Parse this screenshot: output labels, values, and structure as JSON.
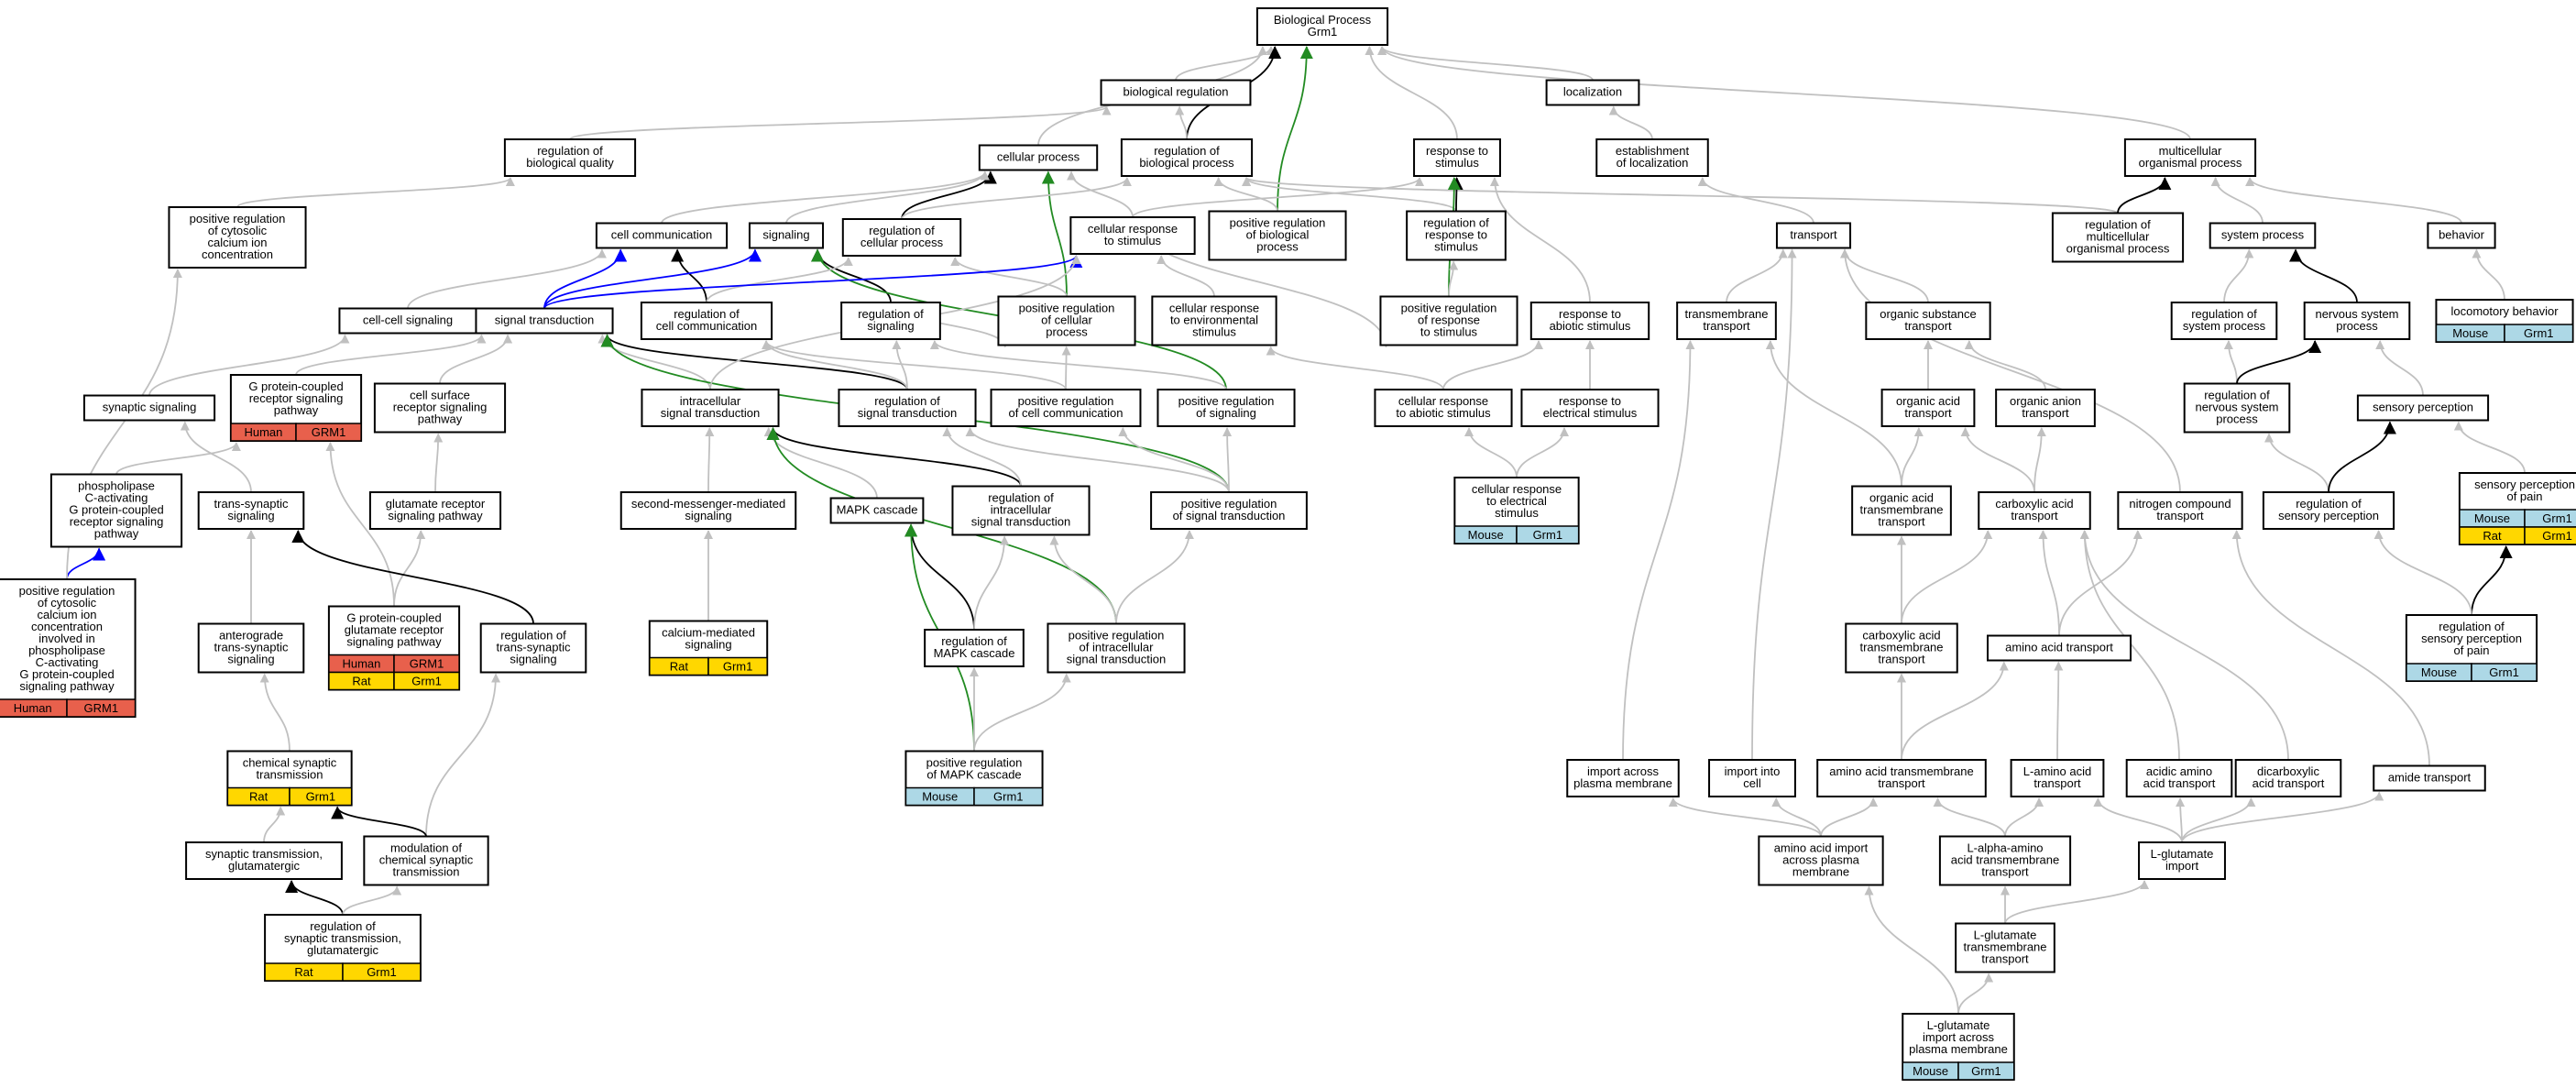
{
  "colors": {
    "edge_default": "#c0c0c0",
    "edge_black": "#000000",
    "edge_green": "#228b22",
    "edge_blue": "#0000ff",
    "species": {
      "Human": "#e8604c",
      "Rat": "#ffd700",
      "Mouse": "#add8e6"
    }
  },
  "nodes": {
    "bp": {
      "lines": [
        "Biological Process",
        "Grm1"
      ]
    },
    "bioreg": {
      "lines": [
        "biological regulation"
      ]
    },
    "loc": {
      "lines": [
        "localization"
      ]
    },
    "regbq": {
      "lines": [
        "regulation of",
        "biological quality"
      ]
    },
    "cellp": {
      "lines": [
        "cellular process"
      ]
    },
    "regbp": {
      "lines": [
        "regulation of",
        "biological process"
      ]
    },
    "resp": {
      "lines": [
        "response to",
        "stimulus"
      ]
    },
    "estloc": {
      "lines": [
        "establishment",
        "of localization"
      ]
    },
    "mop": {
      "lines": [
        "multicellular",
        "organismal process"
      ]
    },
    "prcyt": {
      "lines": [
        "positive regulation",
        "of cytosolic",
        "calcium ion",
        "concentration"
      ]
    },
    "cellcom": {
      "lines": [
        "cell communication"
      ]
    },
    "sig": {
      "lines": [
        "signaling"
      ]
    },
    "regcp": {
      "lines": [
        "regulation of",
        "cellular process"
      ]
    },
    "crs": {
      "lines": [
        "cellular response",
        "to stimulus"
      ]
    },
    "prbp": {
      "lines": [
        "positive regulation",
        "of biological",
        "process"
      ]
    },
    "regrs": {
      "lines": [
        "regulation of",
        "response to",
        "stimulus"
      ]
    },
    "transport": {
      "lines": [
        "transport"
      ]
    },
    "regmop": {
      "lines": [
        "regulation of",
        "multicellular",
        "organismal process"
      ]
    },
    "sysp": {
      "lines": [
        "system process"
      ]
    },
    "behav": {
      "lines": [
        "behavior"
      ]
    },
    "ccs": {
      "lines": [
        "cell-cell signaling"
      ]
    },
    "st": {
      "lines": [
        "signal transduction"
      ]
    },
    "regcc": {
      "lines": [
        "regulation of",
        "cell communication"
      ]
    },
    "regsig": {
      "lines": [
        "regulation of",
        "signaling"
      ]
    },
    "prcp": {
      "lines": [
        "positive regulation",
        "of cellular",
        "process"
      ]
    },
    "cres": {
      "lines": [
        "cellular response",
        "to environmental",
        "stimulus"
      ]
    },
    "prrs": {
      "lines": [
        "positive regulation",
        "of response",
        "to stimulus"
      ]
    },
    "rabs": {
      "lines": [
        "response to",
        "abiotic stimulus"
      ]
    },
    "tmt": {
      "lines": [
        "transmembrane",
        "transport"
      ]
    },
    "ost": {
      "lines": [
        "organic substance",
        "transport"
      ]
    },
    "regsys": {
      "lines": [
        "regulation of",
        "system process"
      ]
    },
    "nsp": {
      "lines": [
        "nervous system",
        "process"
      ]
    },
    "loco": {
      "lines": [
        "locomotory behavior"
      ],
      "species": [
        {
          "name": "Mouse",
          "gene": "Grm1"
        }
      ]
    },
    "synsig": {
      "lines": [
        "synaptic signaling"
      ]
    },
    "gpcr": {
      "lines": [
        "G protein-coupled",
        "receptor signaling",
        "pathway"
      ],
      "species": [
        {
          "name": "Human",
          "gene": "GRM1"
        }
      ]
    },
    "csr": {
      "lines": [
        "cell surface",
        "receptor signaling",
        "pathway"
      ]
    },
    "ist": {
      "lines": [
        "intracellular",
        "signal transduction"
      ]
    },
    "regst": {
      "lines": [
        "regulation of",
        "signal transduction"
      ]
    },
    "prcc": {
      "lines": [
        "positive regulation",
        "of cell communication"
      ]
    },
    "prsig": {
      "lines": [
        "positive regulation",
        "of signaling"
      ]
    },
    "crabs": {
      "lines": [
        "cellular response",
        "to abiotic stimulus"
      ]
    },
    "relec": {
      "lines": [
        "response to",
        "electrical stimulus"
      ]
    },
    "oat": {
      "lines": [
        "organic acid",
        "transport"
      ]
    },
    "oant": {
      "lines": [
        "organic anion",
        "transport"
      ]
    },
    "rnsp": {
      "lines": [
        "regulation of",
        "nervous system",
        "process"
      ]
    },
    "sensp": {
      "lines": [
        "sensory perception"
      ]
    },
    "plc": {
      "lines": [
        "phospholipase",
        "C-activating",
        "G protein-coupled",
        "receptor signaling",
        "pathway"
      ]
    },
    "tss": {
      "lines": [
        "trans-synaptic",
        "signaling"
      ]
    },
    "glurec": {
      "lines": [
        "glutamate receptor",
        "signaling pathway"
      ]
    },
    "smms": {
      "lines": [
        "second-messenger-mediated",
        "signaling"
      ]
    },
    "mapk": {
      "lines": [
        "MAPK cascade"
      ]
    },
    "rist": {
      "lines": [
        "regulation of",
        "intracellular",
        "signal transduction"
      ]
    },
    "prst": {
      "lines": [
        "positive regulation",
        "of signal transduction"
      ]
    },
    "crelec": {
      "lines": [
        "cellular response",
        "to electrical",
        "stimulus"
      ],
      "species": [
        {
          "name": "Mouse",
          "gene": "Grm1"
        }
      ]
    },
    "oatm": {
      "lines": [
        "organic acid",
        "transmembrane",
        "transport"
      ]
    },
    "cat": {
      "lines": [
        "carboxylic acid",
        "transport"
      ]
    },
    "nct": {
      "lines": [
        "nitrogen compound",
        "transport"
      ]
    },
    "rsenp": {
      "lines": [
        "regulation of",
        "sensory perception"
      ]
    },
    "spp": {
      "lines": [
        "sensory perception",
        "of pain"
      ],
      "species": [
        {
          "name": "Mouse",
          "gene": "Grm1"
        },
        {
          "name": "Rat",
          "gene": "Grm1"
        }
      ]
    },
    "prcytg": {
      "lines": [
        "positive regulation",
        "of cytosolic",
        "calcium ion",
        "concentration",
        "involved in",
        "phospholipase",
        "C-activating",
        "G protein-coupled",
        "signaling pathway"
      ],
      "species": [
        {
          "name": "Human",
          "gene": "GRM1"
        }
      ]
    },
    "ats": {
      "lines": [
        "anterograde",
        "trans-synaptic",
        "signaling"
      ]
    },
    "gpcrg": {
      "lines": [
        "G protein-coupled",
        "glutamate receptor",
        "signaling pathway"
      ],
      "species": [
        {
          "name": "Human",
          "gene": "GRM1"
        },
        {
          "name": "Rat",
          "gene": "Grm1"
        }
      ]
    },
    "rtss": {
      "lines": [
        "regulation of",
        "trans-synaptic",
        "signaling"
      ]
    },
    "cams": {
      "lines": [
        "calcium-mediated",
        "signaling"
      ],
      "species": [
        {
          "name": "Rat",
          "gene": "Grm1"
        }
      ]
    },
    "rmapk": {
      "lines": [
        "regulation of",
        "MAPK cascade"
      ]
    },
    "prist": {
      "lines": [
        "positive regulation",
        "of intracellular",
        "signal transduction"
      ]
    },
    "catm": {
      "lines": [
        "carboxylic acid",
        "transmembrane",
        "transport"
      ]
    },
    "aat": {
      "lines": [
        "amino acid transport"
      ]
    },
    "rspp": {
      "lines": [
        "regulation of",
        "sensory perception",
        "of pain"
      ],
      "species": [
        {
          "name": "Mouse",
          "gene": "Grm1"
        }
      ]
    },
    "cst": {
      "lines": [
        "chemical synaptic",
        "transmission"
      ],
      "species": [
        {
          "name": "Rat",
          "gene": "Grm1"
        }
      ]
    },
    "prmapk": {
      "lines": [
        "positive regulation",
        "of MAPK cascade"
      ],
      "species": [
        {
          "name": "Mouse",
          "gene": "Grm1"
        }
      ]
    },
    "iapm": {
      "lines": [
        "import across",
        "plasma membrane"
      ]
    },
    "iic": {
      "lines": [
        "import into",
        "cell"
      ]
    },
    "aatm": {
      "lines": [
        "amino acid transmembrane",
        "transport"
      ]
    },
    "laat": {
      "lines": [
        "L-amino acid",
        "transport"
      ]
    },
    "acaat": {
      "lines": [
        "acidic amino",
        "acid transport"
      ]
    },
    "dcat": {
      "lines": [
        "dicarboxylic",
        "acid transport"
      ]
    },
    "amide": {
      "lines": [
        "amide transport"
      ]
    },
    "stg": {
      "lines": [
        "synaptic transmission,",
        "glutamatergic"
      ]
    },
    "mcst": {
      "lines": [
        "modulation of",
        "chemical synaptic",
        "transmission"
      ]
    },
    "aaiapm": {
      "lines": [
        "amino acid import",
        "across plasma",
        "membrane"
      ]
    },
    "laatm": {
      "lines": [
        "L-alpha-amino",
        "acid transmembrane",
        "transport"
      ]
    },
    "lgi": {
      "lines": [
        "L-glutamate",
        "import"
      ]
    },
    "rstg": {
      "lines": [
        "regulation of",
        "synaptic transmission,",
        "glutamatergic"
      ],
      "species": [
        {
          "name": "Rat",
          "gene": "Grm1"
        }
      ]
    },
    "lgtm": {
      "lines": [
        "L-glutamate",
        "transmembrane",
        "transport"
      ]
    },
    "lgiapm": {
      "lines": [
        "L-glutamate",
        "import across",
        "plasma membrane"
      ],
      "species": [
        {
          "name": "Mouse",
          "gene": "Grm1"
        }
      ]
    }
  },
  "edges": [
    [
      "bioreg",
      "bp",
      "default"
    ],
    [
      "loc",
      "bp",
      "default"
    ],
    [
      "cellp",
      "bp",
      "default"
    ],
    [
      "regbp",
      "bp",
      "black"
    ],
    [
      "resp",
      "bp",
      "default"
    ],
    [
      "mop",
      "bp",
      "default"
    ],
    [
      "prbp",
      "bp",
      "green"
    ],
    [
      "regbq",
      "bioreg",
      "default"
    ],
    [
      "regbp",
      "bioreg",
      "default"
    ],
    [
      "estloc",
      "loc",
      "default"
    ],
    [
      "transport",
      "estloc",
      "default"
    ],
    [
      "regcp",
      "cellp",
      "black"
    ],
    [
      "cellcom",
      "cellp",
      "default"
    ],
    [
      "sig",
      "cellp",
      "default"
    ],
    [
      "crs",
      "cellp",
      "default"
    ],
    [
      "prcp",
      "cellp",
      "green"
    ],
    [
      "regcp",
      "regbp",
      "default"
    ],
    [
      "prbp",
      "regbp",
      "default"
    ],
    [
      "regrs",
      "regbp",
      "default"
    ],
    [
      "regmop",
      "regbp",
      "default"
    ],
    [
      "regrs",
      "resp",
      "black"
    ],
    [
      "crs",
      "resp",
      "default"
    ],
    [
      "rabs",
      "resp",
      "default"
    ],
    [
      "prrs",
      "resp",
      "green"
    ],
    [
      "regmop",
      "mop",
      "black"
    ],
    [
      "sysp",
      "mop",
      "default"
    ],
    [
      "behav",
      "mop",
      "default"
    ],
    [
      "prcyt",
      "regbq",
      "default"
    ],
    [
      "ccs",
      "cellcom",
      "default"
    ],
    [
      "st",
      "cellcom",
      "blue"
    ],
    [
      "regcc",
      "cellcom",
      "black"
    ],
    [
      "st",
      "sig",
      "blue"
    ],
    [
      "regsig",
      "sig",
      "black"
    ],
    [
      "prsig",
      "sig",
      "green"
    ],
    [
      "regcc",
      "regcp",
      "default"
    ],
    [
      "prcp",
      "regcp",
      "default"
    ],
    [
      "prrs",
      "regrs",
      "default"
    ],
    [
      "regsys",
      "sysp",
      "default"
    ],
    [
      "nsp",
      "sysp",
      "black"
    ],
    [
      "loco",
      "behav",
      "default"
    ],
    [
      "synsig",
      "ccs",
      "default"
    ],
    [
      "gpcr",
      "st",
      "default"
    ],
    [
      "csr",
      "st",
      "default"
    ],
    [
      "ist",
      "st",
      "default"
    ],
    [
      "regst",
      "st",
      "black"
    ],
    [
      "prst",
      "st",
      "green"
    ],
    [
      "st",
      "crs",
      "blue"
    ],
    [
      "regst",
      "regcc",
      "default"
    ],
    [
      "prcc",
      "regcc",
      "default"
    ],
    [
      "regst",
      "regsig",
      "default"
    ],
    [
      "prsig",
      "regsig",
      "default"
    ],
    [
      "prcc",
      "prcp",
      "default"
    ],
    [
      "cres",
      "crs",
      "default"
    ],
    [
      "crabs",
      "cres",
      "default"
    ],
    [
      "crabs",
      "rabs",
      "default"
    ],
    [
      "relec",
      "rabs",
      "default"
    ],
    [
      "crelec",
      "crabs",
      "default"
    ],
    [
      "crelec",
      "relec",
      "default"
    ],
    [
      "tmt",
      "transport",
      "default"
    ],
    [
      "ost",
      "transport",
      "default"
    ],
    [
      "oat",
      "ost",
      "default"
    ],
    [
      "oant",
      "ost",
      "default"
    ],
    [
      "oatm",
      "tmt",
      "default"
    ],
    [
      "oatm",
      "oat",
      "default"
    ],
    [
      "cat",
      "oat",
      "default"
    ],
    [
      "cat",
      "oant",
      "default"
    ],
    [
      "rnsp",
      "regsys",
      "default"
    ],
    [
      "rnsp",
      "nsp",
      "black"
    ],
    [
      "sensp",
      "nsp",
      "default"
    ],
    [
      "rsenp",
      "rnsp",
      "default"
    ],
    [
      "rsenp",
      "sensp",
      "black"
    ],
    [
      "spp",
      "sensp",
      "default"
    ],
    [
      "rspp",
      "spp",
      "black"
    ],
    [
      "rspp",
      "rsenp",
      "default"
    ],
    [
      "tss",
      "synsig",
      "default"
    ],
    [
      "plc",
      "gpcr",
      "default"
    ],
    [
      "gpcrg",
      "gpcr",
      "default"
    ],
    [
      "glurec",
      "csr",
      "default"
    ],
    [
      "gpcrg",
      "glurec",
      "default"
    ],
    [
      "smms",
      "ist",
      "default"
    ],
    [
      "mapk",
      "ist",
      "default"
    ],
    [
      "rist",
      "ist",
      "black"
    ],
    [
      "prist",
      "ist",
      "green"
    ],
    [
      "rist",
      "regst",
      "default"
    ],
    [
      "prst",
      "regst",
      "default"
    ],
    [
      "prst",
      "prsig",
      "default"
    ],
    [
      "prst",
      "prcc",
      "default"
    ],
    [
      "prist",
      "rist",
      "default"
    ],
    [
      "prist",
      "prst",
      "default"
    ],
    [
      "cams",
      "smms",
      "default"
    ],
    [
      "rmapk",
      "mapk",
      "black"
    ],
    [
      "prmapk",
      "mapk",
      "green"
    ],
    [
      "prmapk",
      "rmapk",
      "default"
    ],
    [
      "prmapk",
      "prist",
      "default"
    ],
    [
      "rmapk",
      "rist",
      "default"
    ],
    [
      "prcytg",
      "plc",
      "blue"
    ],
    [
      "prcytg",
      "prcyt",
      "default"
    ],
    [
      "ats",
      "tss",
      "default"
    ],
    [
      "rtss",
      "tss",
      "black"
    ],
    [
      "cst",
      "ats",
      "default"
    ],
    [
      "mcst",
      "rtss",
      "default"
    ],
    [
      "mcst",
      "cst",
      "black"
    ],
    [
      "stg",
      "cst",
      "default"
    ],
    [
      "rstg",
      "stg",
      "black"
    ],
    [
      "rstg",
      "mcst",
      "default"
    ],
    [
      "catm",
      "oatm",
      "default"
    ],
    [
      "catm",
      "cat",
      "default"
    ],
    [
      "aat",
      "cat",
      "default"
    ],
    [
      "aat",
      "nct",
      "default"
    ],
    [
      "aatm",
      "catm",
      "default"
    ],
    [
      "aatm",
      "aat",
      "default"
    ],
    [
      "laat",
      "aat",
      "default"
    ],
    [
      "acaat",
      "cat",
      "default"
    ],
    [
      "dcat",
      "cat",
      "default"
    ],
    [
      "amide",
      "nct",
      "default"
    ],
    [
      "nct",
      "transport",
      "default"
    ],
    [
      "iapm",
      "tmt",
      "default"
    ],
    [
      "iic",
      "transport",
      "default"
    ],
    [
      "aaiapm",
      "iapm",
      "default"
    ],
    [
      "aaiapm",
      "iic",
      "default"
    ],
    [
      "aaiapm",
      "aatm",
      "default"
    ],
    [
      "laatm",
      "aatm",
      "default"
    ],
    [
      "laatm",
      "laat",
      "default"
    ],
    [
      "lgi",
      "laat",
      "default"
    ],
    [
      "lgi",
      "acaat",
      "default"
    ],
    [
      "lgi",
      "dcat",
      "default"
    ],
    [
      "lgi",
      "amide",
      "default"
    ],
    [
      "lgtm",
      "laatm",
      "default"
    ],
    [
      "lgtm",
      "lgi",
      "default"
    ],
    [
      "lgiapm",
      "lgtm",
      "default"
    ],
    [
      "lgiapm",
      "aaiapm",
      "default"
    ],
    [
      "ist",
      "crs",
      "default"
    ],
    [
      "crs",
      "prrs",
      "default"
    ],
    [
      "regsig",
      "prcp",
      "default"
    ]
  ]
}
